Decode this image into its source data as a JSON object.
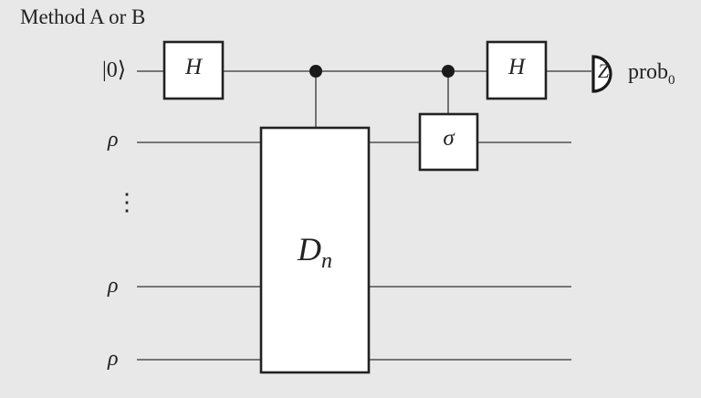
{
  "title": "Method A or B",
  "qubit_inputs": {
    "ancilla": "|0⟩",
    "register_1": "ρ",
    "ellipsis": "⋮",
    "register_n_minus_1": "ρ",
    "register_n": "ρ"
  },
  "gates": {
    "hadamard_1": "H",
    "hadamard_2": "H",
    "controlled_big": "D",
    "controlled_big_subscript": "n",
    "controlled_small": "σ",
    "measure_basis": "Z"
  },
  "output": {
    "label": "prob",
    "subscript": "0"
  },
  "colors": {
    "background": "#e8e8e8",
    "ink": "#222222",
    "gate_fill": "#ffffff"
  }
}
